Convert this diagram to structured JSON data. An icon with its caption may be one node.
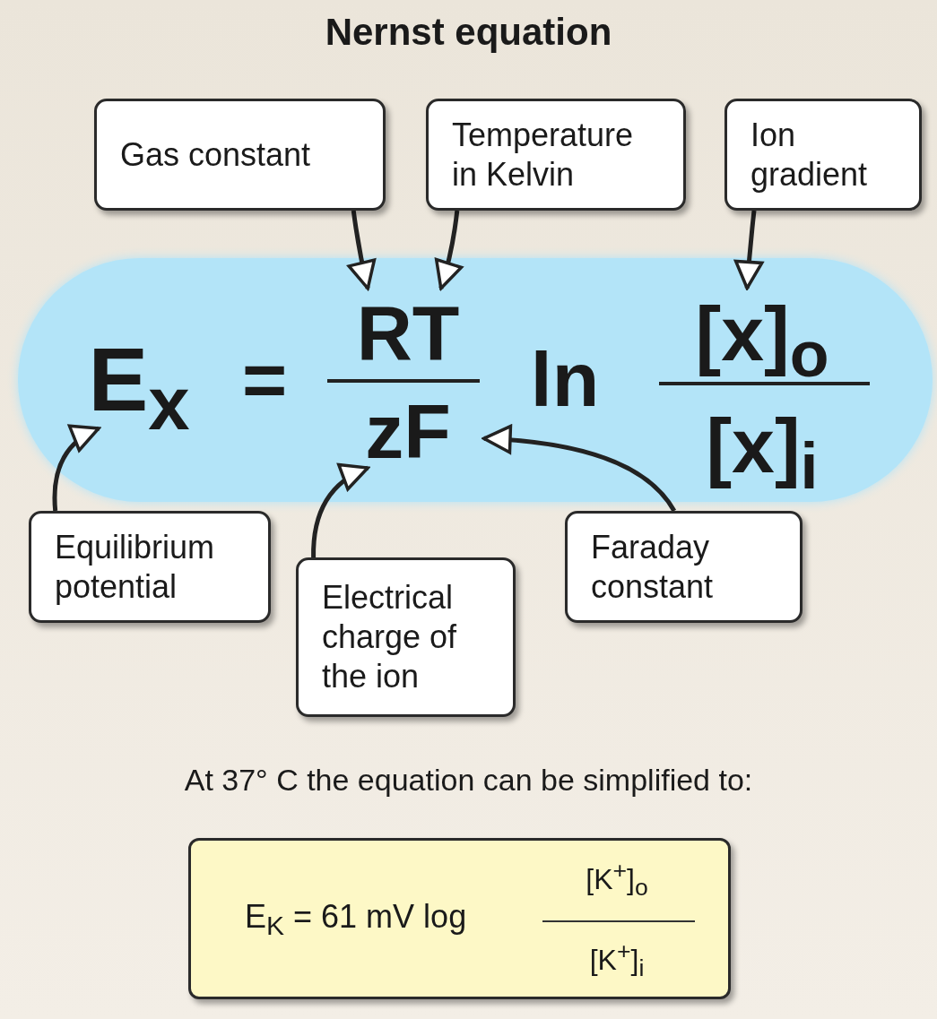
{
  "diagram": {
    "title": "Nernst equation",
    "nodes": [
      {
        "text": [],
        "shape": "box"
      },
      {
        "text": [
          "E$_{x}$"
        ],
        "in": 0
      },
      {
        "text": [
          "RT"
        ],
        "in": 0
      },
      {
        "text": [
          "zF"
        ],
        "in": 0
      },
      {
        "text": [
          "[x]$_{o}$"
        ],
        "in": 0
      },
      {
        "text": [
          "[x]$_{i}$"
        ],
        "in": 0
      },
      {
        "text": [
          "Gas constant"
        ]
      },
      {
        "text": [
          "Temperature in Kelvin"
        ]
      },
      {
        "text": [
          "Ion gradient"
        ]
      },
      {
        "text": [
          "Equilibrium potential"
        ]
      },
      {
        "text": [
          "Electrical charge of the ion"
        ]
      },
      {
        "text": [
          "Faraday constant"
        ]
      },
      {
        "text": [
          "E$_{K}$ = 61 mV log",
          "[K$^{+}$]$_{o}$",
          "[K$^{+}$]$_{i}$"
        ]
      }
    ],
    "edges": [
      {
        "from": 6,
        "to": 2,
        "arrow": "to"
      },
      {
        "from": 7,
        "to": 2,
        "arrow": "to"
      },
      {
        "from": 8,
        "to": 4,
        "arrow": "to"
      },
      {
        "from": 9,
        "to": 1,
        "arrow": "to"
      },
      {
        "from": 10,
        "to": 3,
        "arrow": "to"
      },
      {
        "from": 11,
        "to": 3,
        "arrow": "to"
      }
    ],
    "labels": [
      "=",
      "ln",
      "At 37° C the equation can be simplified to:"
    ]
  }
}
